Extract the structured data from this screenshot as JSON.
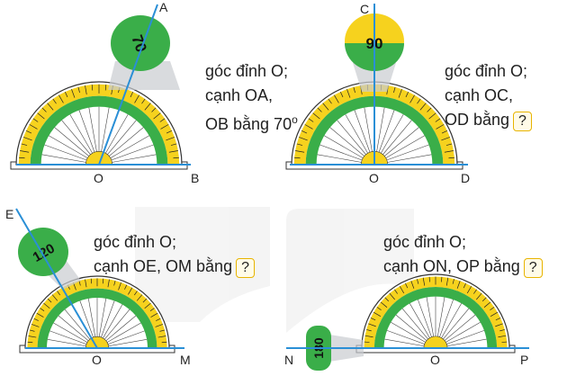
{
  "panels": [
    {
      "id": "aob",
      "vertex": "O",
      "ray_a": "A",
      "ray_b": "B",
      "reading": "70",
      "caption_lines": [
        "góc đỉnh O;",
        "cạnh OA,",
        "OB bằng 70"
      ],
      "degree_sign": "o",
      "answer_box": null
    },
    {
      "id": "cod",
      "vertex": "O",
      "ray_a": "C",
      "ray_b": "D",
      "reading": "90",
      "caption_lines": [
        "góc đỉnh O;",
        "cạnh OC,",
        "OD bằng"
      ],
      "answer_box": "?"
    },
    {
      "id": "eom",
      "vertex": "O",
      "ray_a": "E",
      "ray_b": "M",
      "reading": "120",
      "caption_lines": [
        "góc đỉnh O;",
        "cạnh OE, OM bằng"
      ],
      "answer_box": "?"
    },
    {
      "id": "nop",
      "vertex": "O",
      "ray_a": "N",
      "ray_b": "P",
      "reading": "180",
      "caption_lines": [
        "góc đỉnh O;",
        "cạnh ON, OP bằng"
      ],
      "answer_box": "?"
    }
  ],
  "colors": {
    "protractor_yellow": "#f6d21e",
    "protractor_green": "#3aae49",
    "ray_blue": "#2a8fd6",
    "magnifier_gray": "#c9ccd0"
  }
}
